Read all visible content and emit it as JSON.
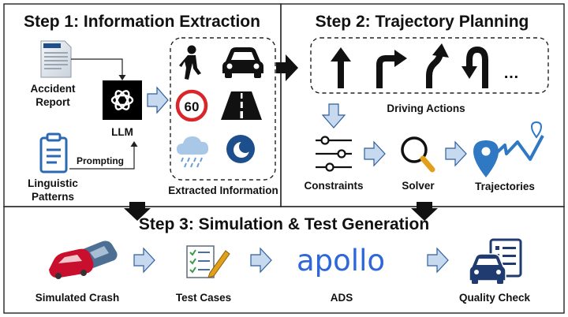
{
  "step1": {
    "title": "Step 1: Information Extraction",
    "accident_report": [
      "Accident",
      "Report"
    ],
    "linguistic_patterns": [
      "Linguistic",
      "Patterns"
    ],
    "prompting": "Prompting",
    "llm": "LLM",
    "speed_limit": "60",
    "extracted_information": "Extracted Information"
  },
  "step2": {
    "title": "Step 2: Trajectory Planning",
    "more_actions": "…",
    "driving_actions": "Driving Actions",
    "constraints": "Constraints",
    "solver": "Solver",
    "trajectories": "Trajectories"
  },
  "step3": {
    "title": "Step 3: Simulation & Test Generation",
    "simulated_crash": "Simulated Crash",
    "test_cases": "Test Cases",
    "apollo_logo": "apollo",
    "ads": "ADS",
    "quality_check": "Quality Check"
  },
  "colors": {
    "arrow_fill": "#c6d9ee",
    "arrow_stroke": "#2f5f9e",
    "icon_blue": "#2c69b3",
    "apollo_blue": "#2f66d8",
    "llm_bg": "#000000",
    "crash_red": "#c8102e"
  }
}
